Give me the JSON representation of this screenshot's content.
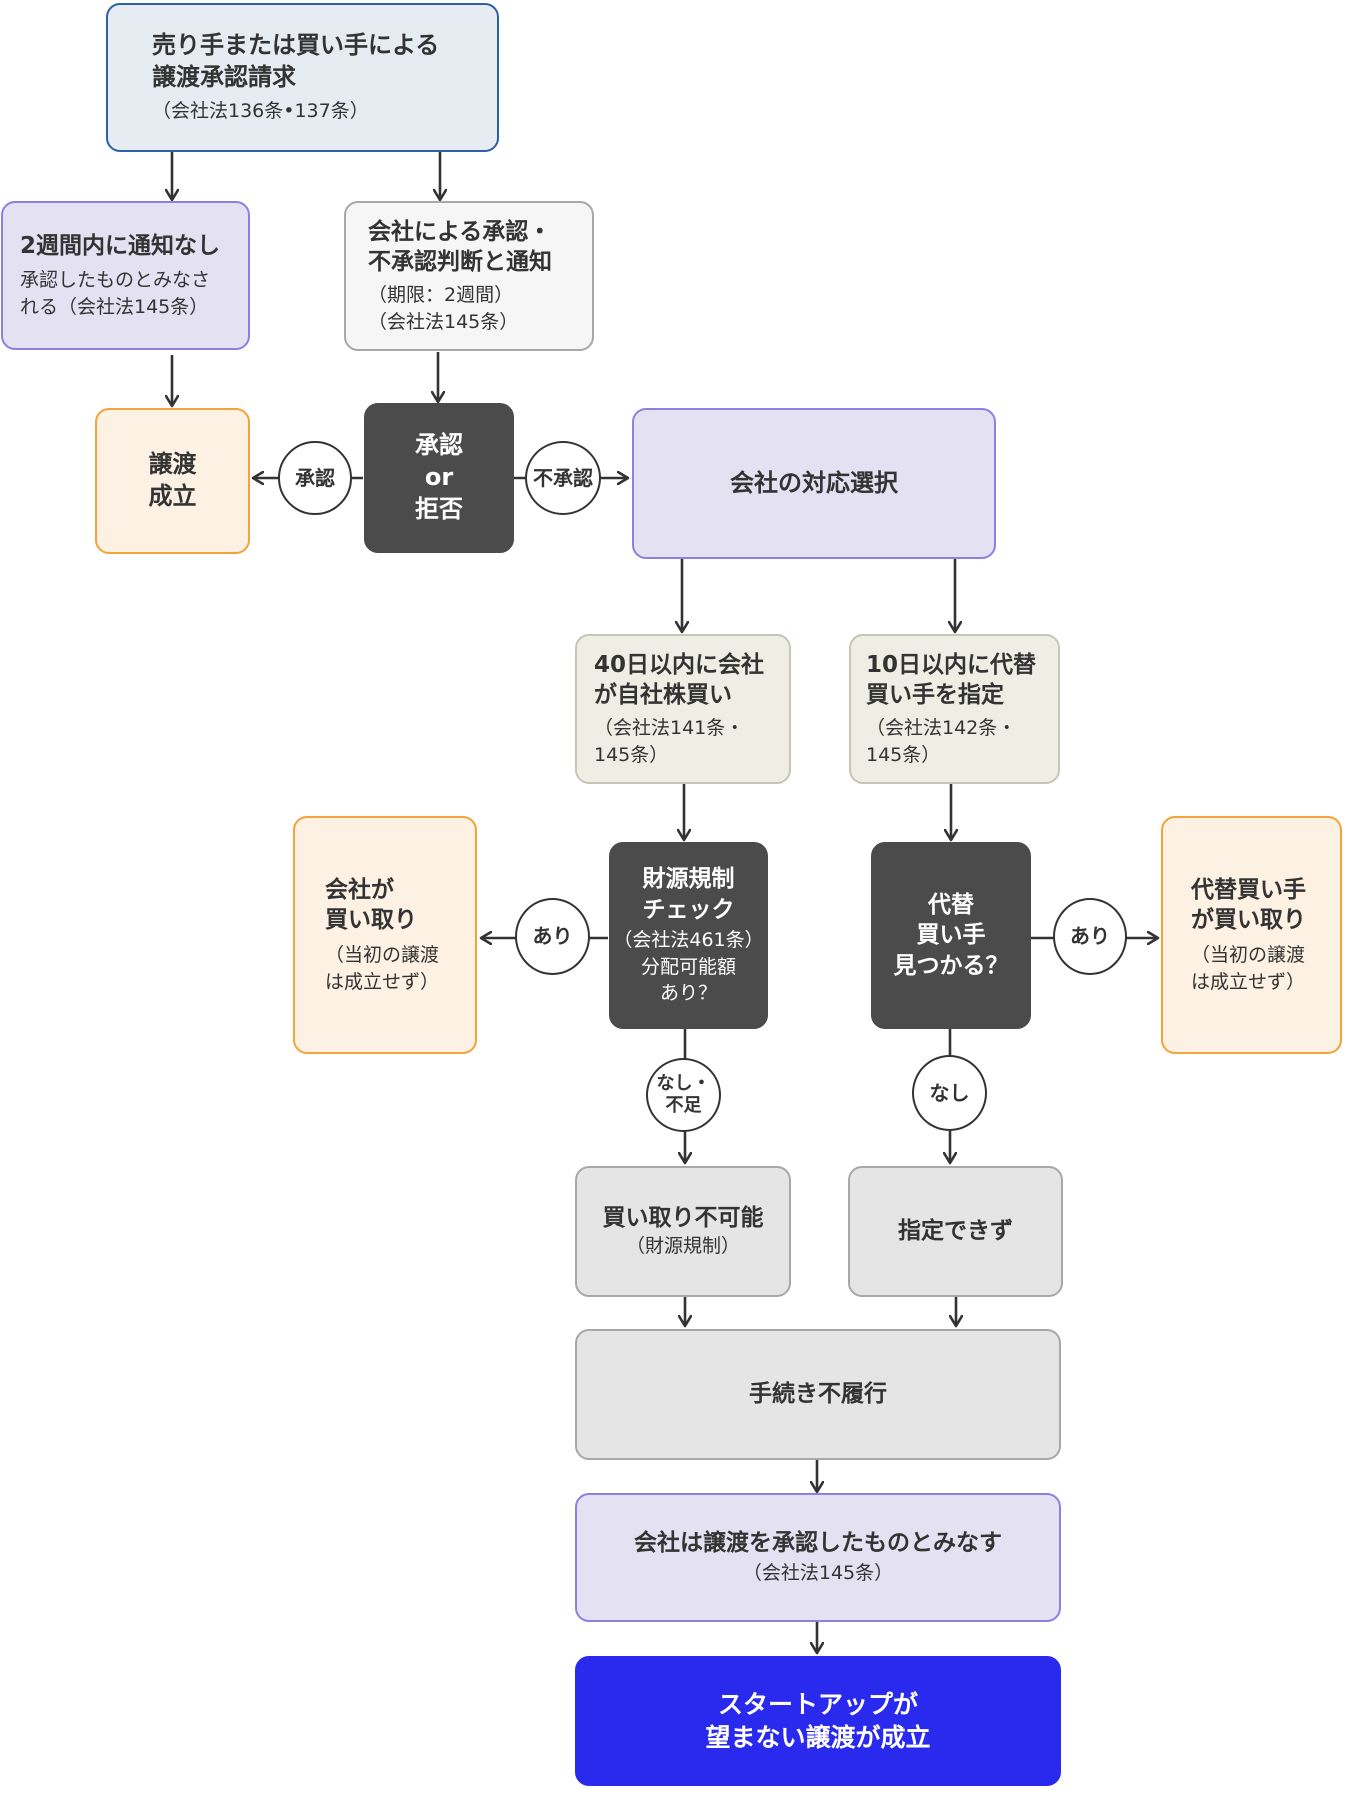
{
  "nodes": {
    "request": {
      "title": "売り手または買い手による\n譲渡承認請求",
      "sub": "（会社法136条•137条）"
    },
    "no_notice": {
      "title": "2週間内に通知なし",
      "sub": "承認したものとみなさ\nれる（会社法145条）"
    },
    "company_judgment": {
      "title": "会社による承認・\n不承認判断と通知",
      "sub": "（期限：2週間）\n（会社法145条）"
    },
    "transfer_done": {
      "title": "譲渡\n成立"
    },
    "approve_or_reject": {
      "title": "承認\nor\n拒否"
    },
    "company_choice": {
      "title": "会社の対応選択"
    },
    "buyback_40": {
      "title": "40日以内に会社\nが自社株買い",
      "sub": "（会社法141条・\n145条）"
    },
    "designate_10": {
      "title": "10日以内に代替\n買い手を指定",
      "sub": "（会社法142条・\n145条）"
    },
    "company_buys": {
      "title": "会社が\n買い取り",
      "sub": "（当初の譲渡\nは成立せず）"
    },
    "fund_check": {
      "title": "財源規制\nチェック",
      "sub": "（会社法461条）\n分配可能額\nあり？"
    },
    "alt_buyer_found": {
      "title": "代替\n買い手\n見つかる？"
    },
    "alt_buyer_buys": {
      "title": "代替買い手\nが買い取り",
      "sub": "（当初の譲渡\nは成立せず）"
    },
    "buyback_impossible": {
      "title": "買い取り不可能",
      "sub": "（財源規制）"
    },
    "cannot_designate": {
      "title": "指定できず"
    },
    "procedure_failure": {
      "title": "手続き不履行"
    },
    "deemed_approval": {
      "title": "会社は譲渡を承認したものとみなす",
      "sub": "（会社法145条）"
    },
    "final": {
      "title": "スタートアップが\n望まない譲渡が成立"
    }
  },
  "edge_labels": {
    "approve": "承認",
    "reject": "不承認",
    "funds_yes": "あり",
    "funds_no": "なし・\n不足",
    "buyer_yes": "あり",
    "buyer_no": "なし"
  },
  "colors": {
    "line": "#333333",
    "request_fill": "#e7ecf2",
    "request_border": "#2f5fa8",
    "lavender_fill": "#e3e1f2",
    "lavender_border": "#8c7fe6",
    "peach_fill": "#fdf1e3",
    "peach_border": "#f2a33a",
    "dark_fill": "#4b4b4b",
    "beige_fill": "#eeeee4",
    "gray_fill": "#e5e5e5",
    "final_fill": "#2a2aee"
  }
}
